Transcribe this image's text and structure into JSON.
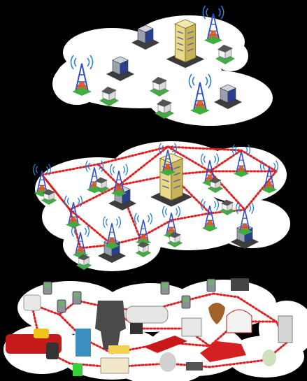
{
  "figure": {
    "layers": [
      {
        "id": "infrastructure",
        "description_visible": false
      },
      {
        "id": "mesh",
        "description_visible": false
      },
      {
        "id": "objects",
        "description_visible": false
      }
    ],
    "colors": {
      "background": "#000000",
      "cloud": "#ffffff",
      "link": "#e02020",
      "tower": "#3050c8",
      "building": "#e8d27a",
      "signal": "#2a7fd8"
    },
    "icons": {
      "tower": "radio-tower-icon",
      "house": "house-icon",
      "server": "server-cube-icon",
      "skyscraper": "skyscraper-icon"
    }
  }
}
